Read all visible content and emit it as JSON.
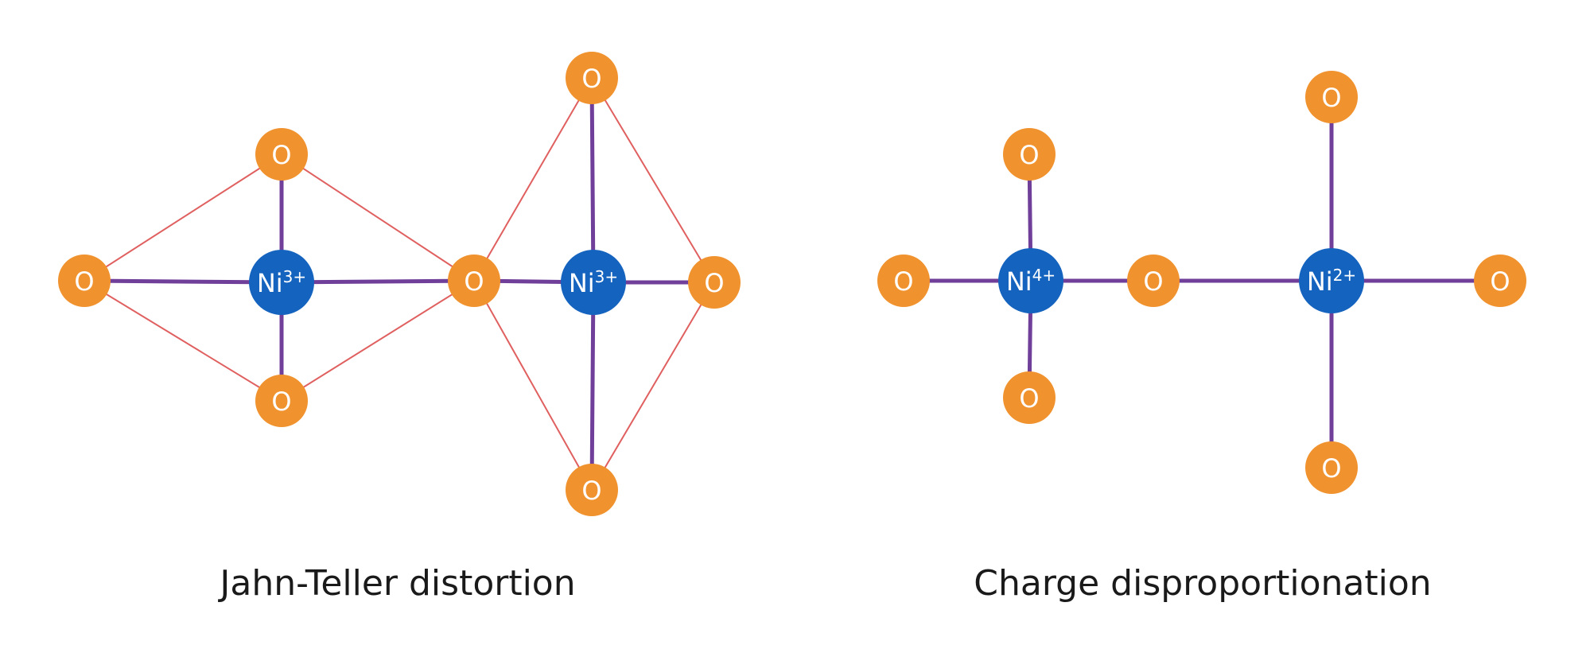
{
  "colors": {
    "oxygen": "#F0922E",
    "nickel": "#1463BF",
    "bond": "#6F3F99",
    "edge": "#E06060",
    "text": "#1a1a1a",
    "label": "#ffffff"
  },
  "labels": {
    "oxygen": "O",
    "nickel": "Ni"
  },
  "panels": {
    "jahn_teller": {
      "caption": "Jahn-Teller distortion",
      "ni_left_charge": "3+",
      "ni_right_charge": "3+"
    },
    "charge_disproportionation": {
      "caption": "Charge disproportionation",
      "ni_left_charge": "4+",
      "ni_right_charge": "2+"
    }
  }
}
